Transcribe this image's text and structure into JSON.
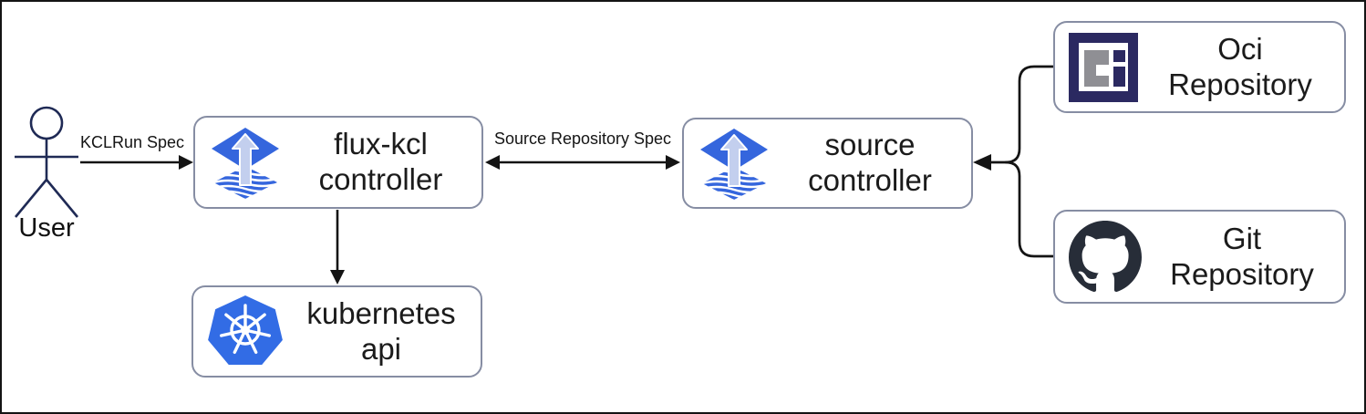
{
  "diagram": {
    "user": {
      "label": "User",
      "icon": "stick-figure-icon"
    },
    "edges": {
      "kclrun": {
        "label": "KCLRun Spec",
        "from": "User",
        "to": "flux-kcl controller",
        "direction": "right"
      },
      "source_repo": {
        "label": "Source Repository Spec",
        "from": "flux-kcl controller",
        "to": "source controller",
        "direction": "both"
      },
      "k8s_apply": {
        "label": "",
        "from": "flux-kcl controller",
        "to": "kubernetes api",
        "direction": "down"
      },
      "repos_to_source": {
        "label": "",
        "from": "Oci Repository / Git Repository",
        "to": "source controller",
        "direction": "left"
      }
    },
    "nodes": {
      "flux_kcl": {
        "label": "flux-kcl\ncontroller",
        "icon": "flux-icon"
      },
      "source": {
        "label": "source\ncontroller",
        "icon": "flux-icon"
      },
      "kubernetes": {
        "label": "kubernetes\napi",
        "icon": "kubernetes-icon"
      },
      "oci": {
        "label": "Oci\nRepository",
        "icon": "oci-icon"
      },
      "git": {
        "label": "Git\nRepository",
        "icon": "github-icon"
      }
    },
    "colors": {
      "flux_blue": "#3566dd",
      "flux_arrow_light": "#c3cfee",
      "k8s_blue": "#326ce5",
      "oci_navy": "#2b2961",
      "oci_gray": "#8f8f94",
      "github_dark": "#272d38",
      "box_border": "#868da3",
      "figure_navy": "#1f2a55",
      "arrow_black": "#141414"
    }
  }
}
